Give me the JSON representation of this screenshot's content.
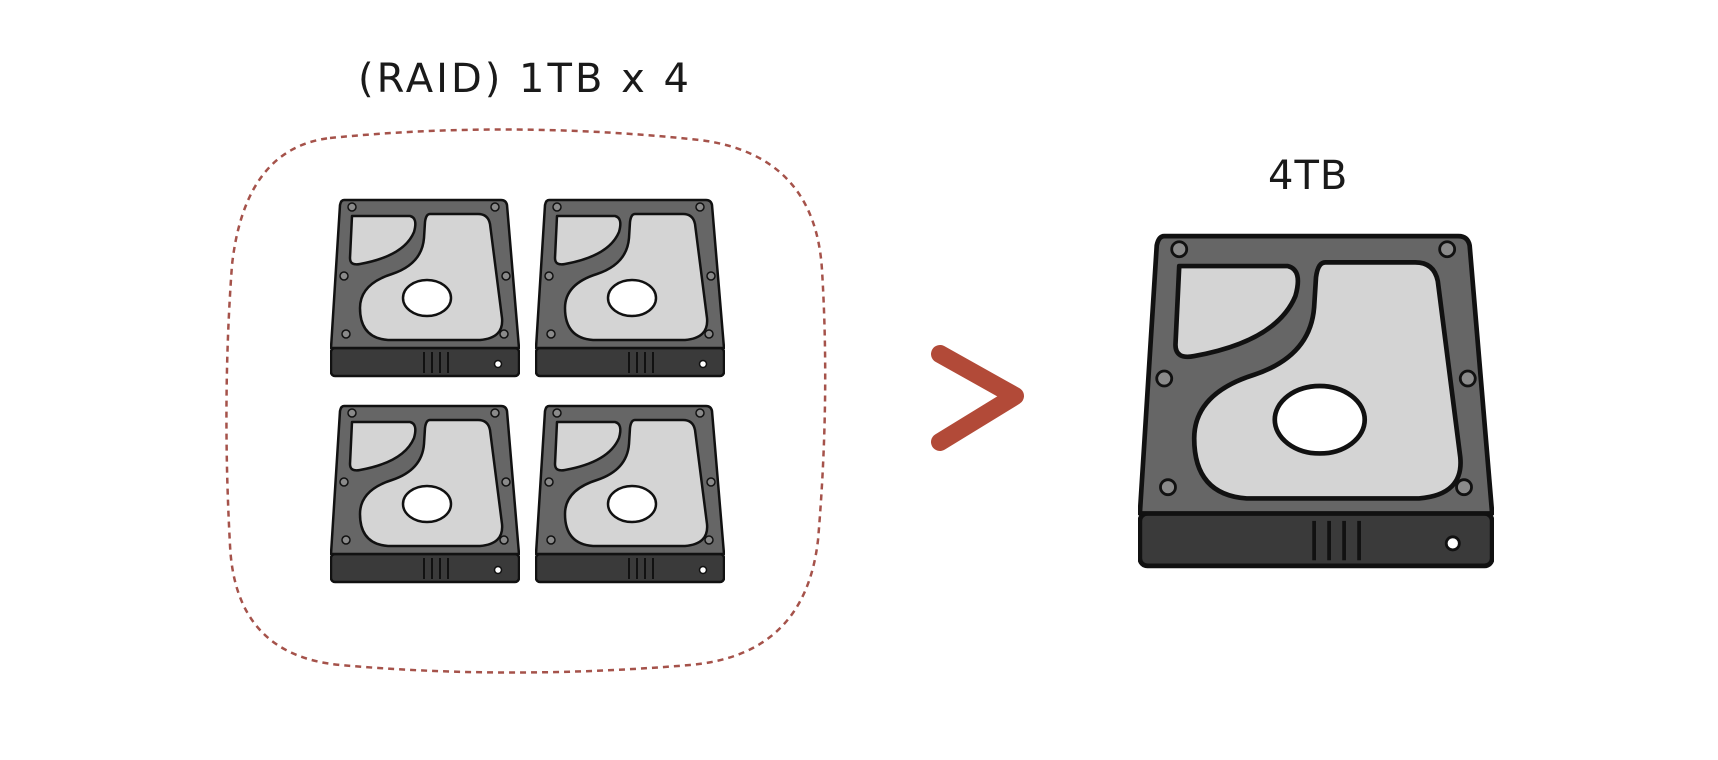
{
  "left_group": {
    "label": "(RAID) 1TB x 4",
    "drive_count": 4,
    "border_color": "#a5524a"
  },
  "right_group": {
    "label": "4TB"
  },
  "comparison": {
    "symbol": "greater-than",
    "color": "#b24a38"
  },
  "colors": {
    "drive_body": "#5e5e5e",
    "drive_edge": "#3a3a3a",
    "platter": "#d4d4d4",
    "outline": "#111111"
  }
}
